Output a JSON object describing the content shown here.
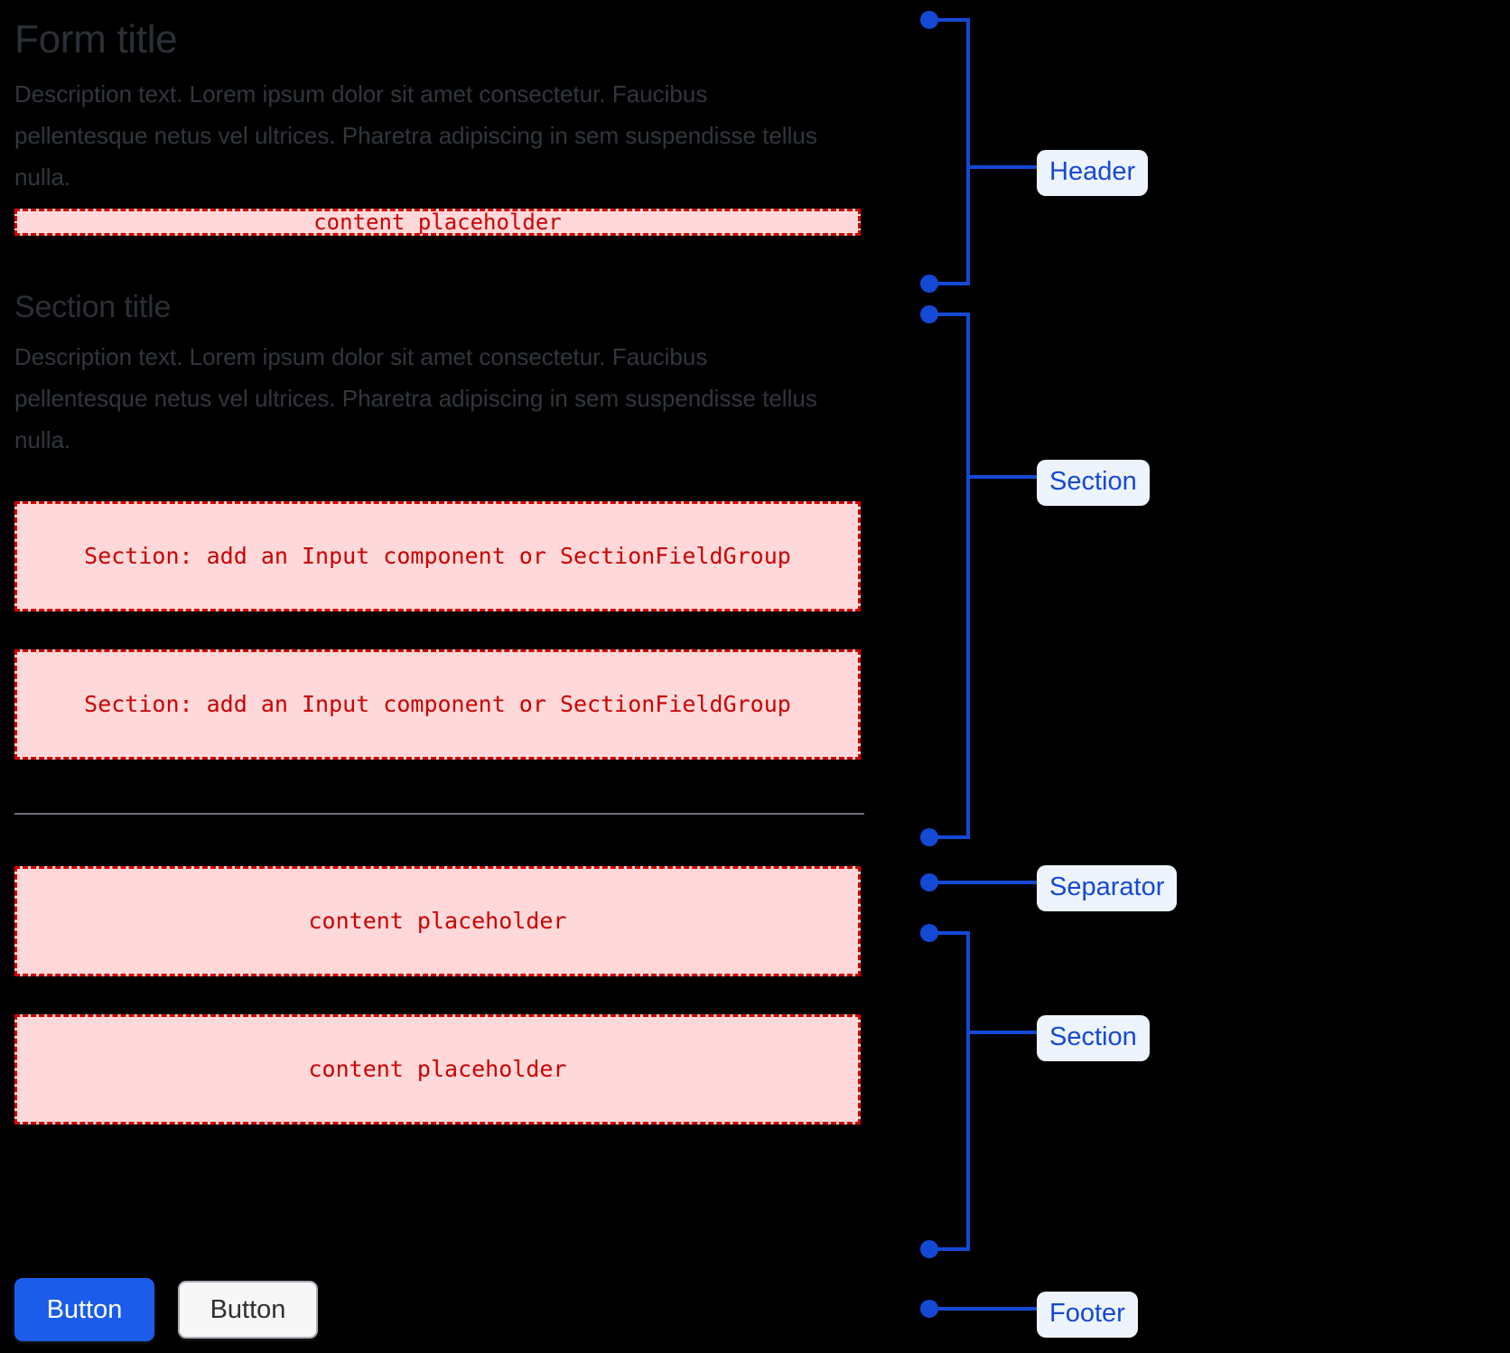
{
  "theme": {
    "background": "#000000",
    "title_color": "#2b2f36",
    "body_color": "#32363d",
    "placeholder_fill": "#ffd9d9",
    "placeholder_border": "#d40000",
    "placeholder_text": "#cc0000",
    "annotation_blue": "#1449d6",
    "annotation_label_bg": "#eef4fe",
    "primary_button_bg": "#1b5ceb",
    "separator_color": "#6b707a"
  },
  "form": {
    "header": {
      "title": "Form title",
      "description": "Description text. Lorem ipsum dolor sit amet consectetur. Faucibus pellentesque netus vel ultrices. Pharetra adipiscing in sem suspendisse tellus nulla.",
      "placeholder": "content placeholder"
    },
    "section_one": {
      "title": "Section title",
      "description": "Description text. Lorem ipsum dolor sit amet consectetur. Faucibus pellentesque netus vel ultrices. Pharetra adipiscing in sem suspendisse tellus nulla.",
      "field_placeholder_1": "Section: add an Input component or SectionFieldGroup",
      "field_placeholder_2": "Section: add an Input component or SectionFieldGroup"
    },
    "section_two": {
      "placeholder_1": "content placeholder",
      "placeholder_2": "content placeholder"
    },
    "footer": {
      "primary_button": "Button",
      "secondary_button": "Button"
    }
  },
  "annotations": [
    {
      "label": "Header"
    },
    {
      "label": "Section"
    },
    {
      "label": "Separator"
    },
    {
      "label": "Section"
    },
    {
      "label": "Footer"
    }
  ]
}
